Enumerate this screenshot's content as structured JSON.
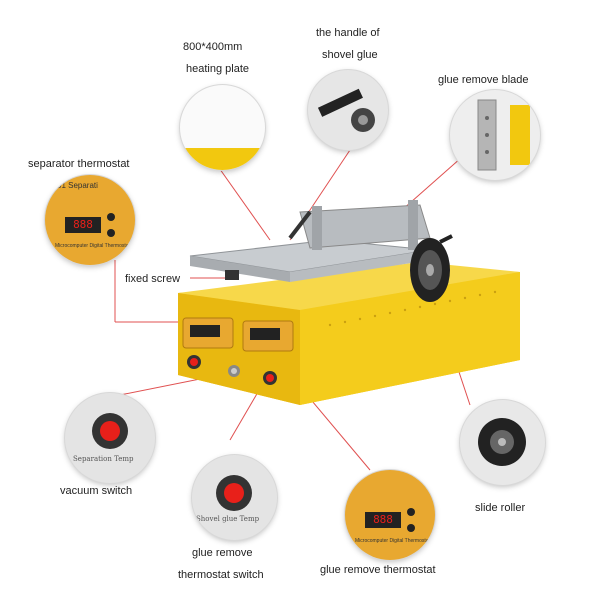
{
  "labels": {
    "heating_plate_line1": "800*400mm",
    "heating_plate_line2": "heating plate",
    "handle_line1": "the handle of",
    "handle_line2": "shovel glue",
    "glue_remove_blade": "glue remove blade",
    "separator_thermostat": "separator thermostat",
    "fixed_screw": "fixed screw",
    "vacuum_switch": "vacuum switch",
    "slide_roller": "slide roller",
    "glue_remove_switch_line1": "glue remove",
    "glue_remove_switch_line2": "thermostat switch",
    "glue_remove_thermostat": "glue remove thermostat"
  },
  "panel_text": {
    "separation_temp": "Separation Temp",
    "shovel_glue_temp": "Shovel glue Temp",
    "display_value": "888",
    "separator_title_partial": "01 Separati",
    "controller_caption": "Microcomputer Digital Thermostat"
  },
  "colors": {
    "machine_yellow": "#f2c80f",
    "panel_orange": "#e8a830",
    "display_bg": "#222222",
    "led_red": "#e8201a",
    "line_red": "#e04040"
  }
}
